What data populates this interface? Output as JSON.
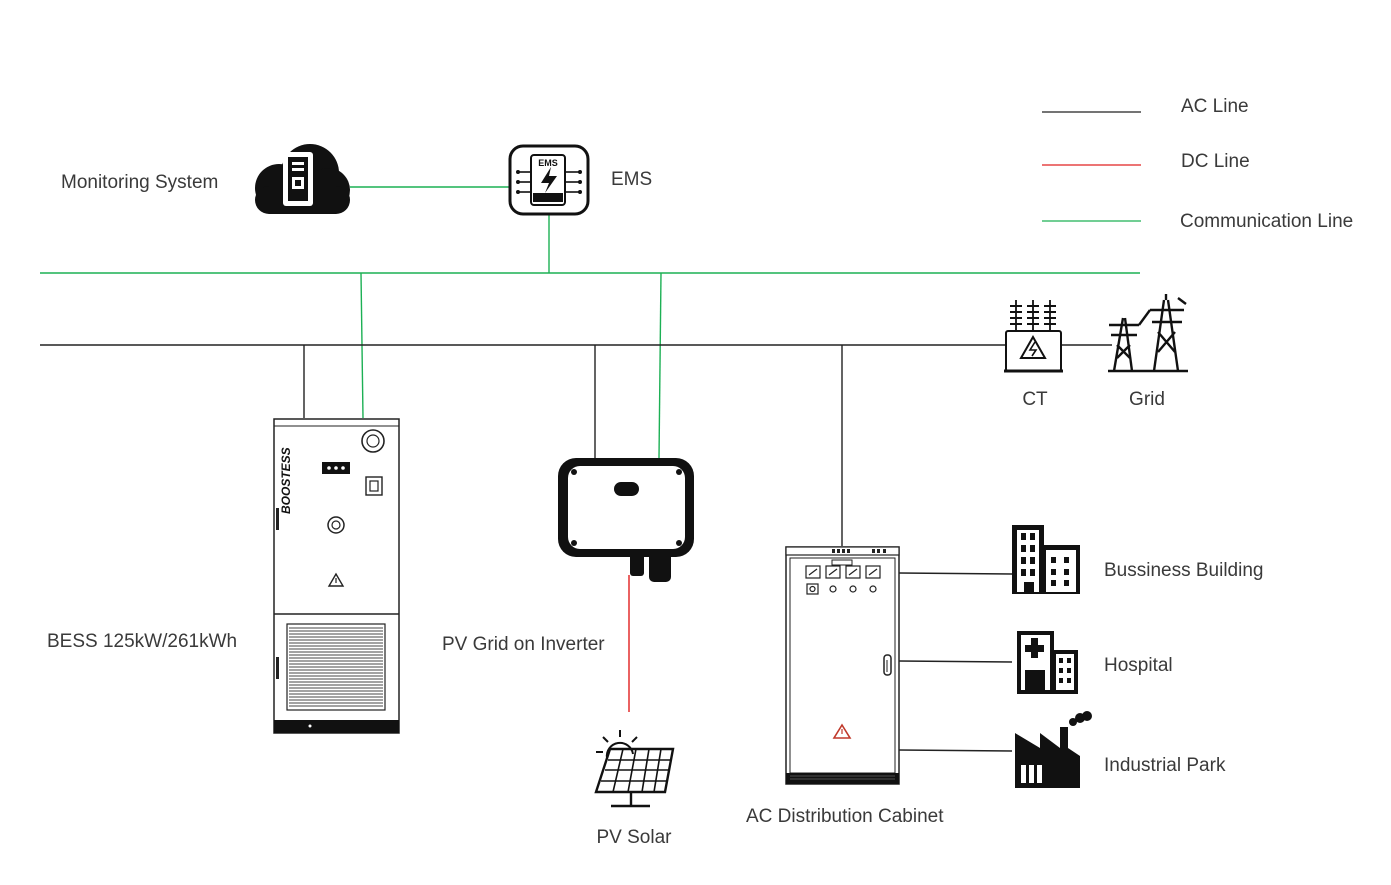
{
  "legend": {
    "ac_line": "AC Line",
    "dc_line": "DC Line",
    "comm_line": "Communication Line"
  },
  "colors": {
    "ac": "#222222",
    "dc": "#e02020",
    "comm": "#1cb054"
  },
  "nodes": {
    "monitoring": "Monitoring System",
    "ems": "EMS",
    "ems_badge": "EMS",
    "ct": "CT",
    "grid": "Grid",
    "bess": "BESS 125kW/261kWh",
    "bess_brand": "BOOSTESS",
    "inverter": "PV Grid on Inverter",
    "pv_solar": "PV Solar",
    "ac_cabinet": "AC Distribution Cabinet",
    "business": "Bussiness Building",
    "hospital": "Hospital",
    "industrial": "Industrial Park"
  }
}
